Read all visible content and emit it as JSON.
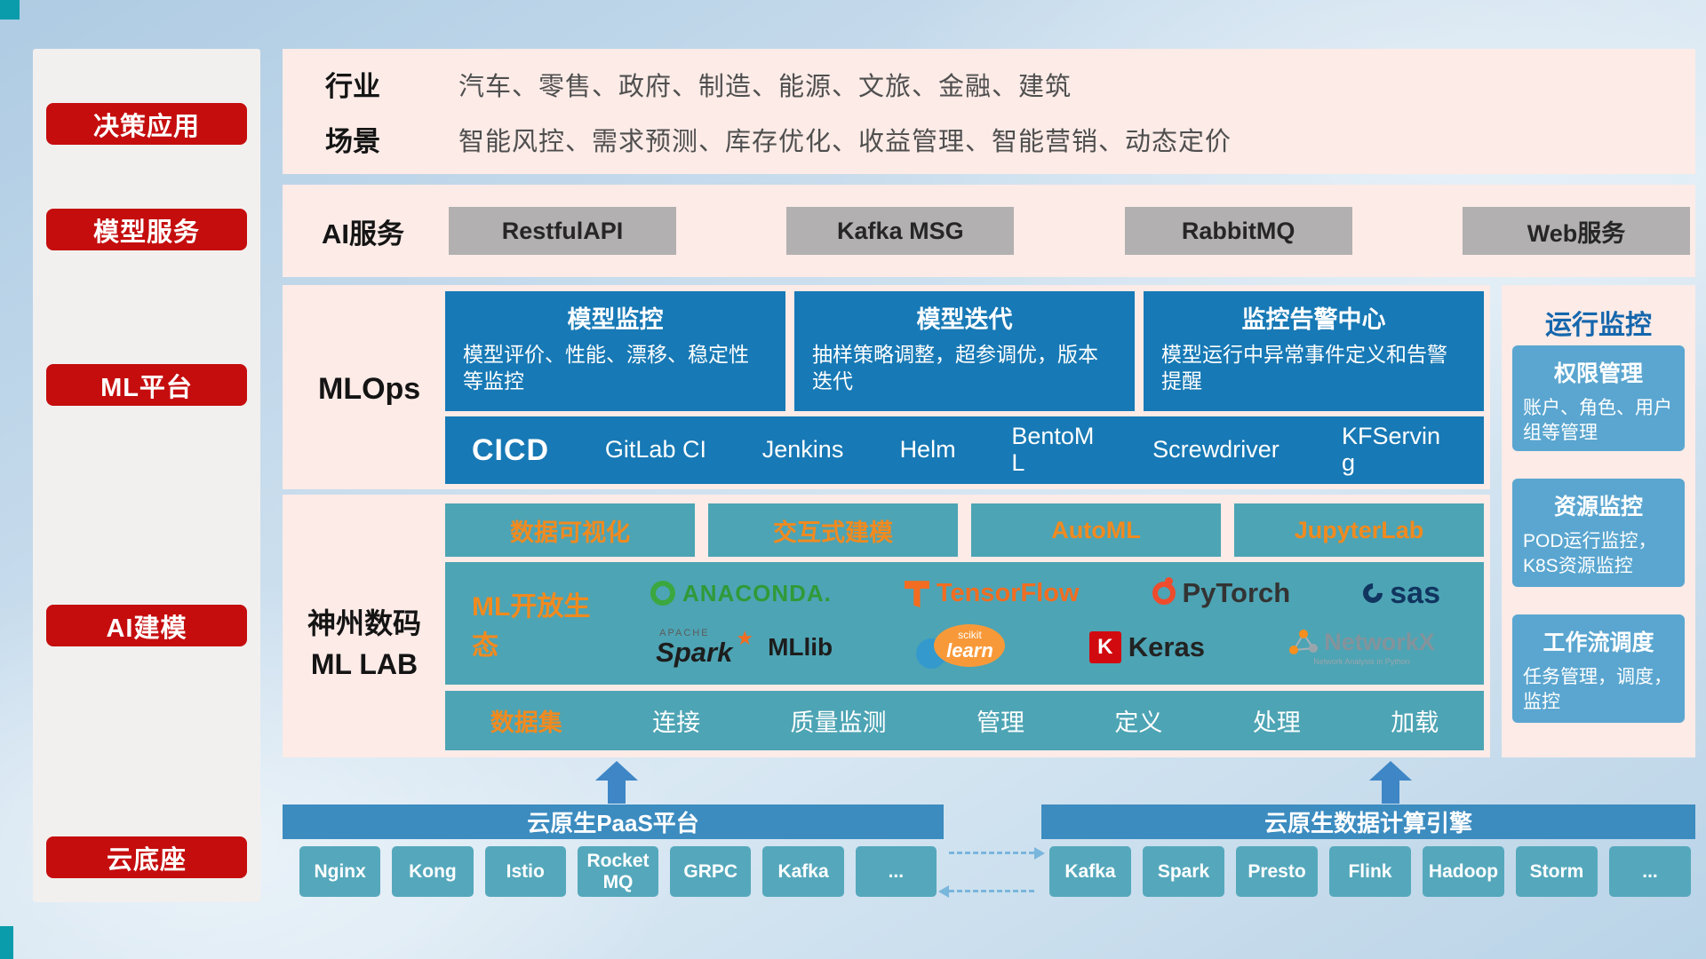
{
  "colors": {
    "sidebar_red": "#c50d0e",
    "panel_pink": "#fcebe7",
    "mlops_blue": "#1779b5",
    "lab_teal": "#4da4b4",
    "accent_orange": "#f18a1f",
    "monitor_card_blue": "#5aa6d0",
    "cloud_header_blue": "#3c8cc0",
    "cloud_chip_teal": "#55a8bc",
    "gray_button": "#b2b0b0"
  },
  "sidebar": {
    "items": [
      {
        "label": "决策应用"
      },
      {
        "label": "模型服务"
      },
      {
        "label": "ML平台"
      },
      {
        "label": "AI建模"
      },
      {
        "label": "云底座"
      }
    ]
  },
  "decision": {
    "industry_label": "行业",
    "industry_text": "汽车、零售、政府、制造、能源、文旅、金融、建筑",
    "scene_label": "场景",
    "scene_text": "智能风控、需求预测、库存优化、收益管理、智能营销、动态定价"
  },
  "service": {
    "label": "AI服务",
    "buttons": [
      "RestfulAPI",
      "Kafka MSG",
      "RabbitMQ",
      "Web服务"
    ]
  },
  "mlops": {
    "label": "MLOps",
    "cards": [
      {
        "title": "模型监控",
        "body": "模型评价、性能、漂移、稳定性等监控"
      },
      {
        "title": "模型迭代",
        "body": "抽样策略调整，超参调优，版本迭代"
      },
      {
        "title": "监控告警中心",
        "body": "模型运行中异常事件定义和告警提醒"
      }
    ],
    "cicd_label": "CICD",
    "tools": [
      "GitLab CI",
      "Jenkins",
      "Helm",
      "BentoML",
      "Screwdriver",
      "KFServing"
    ]
  },
  "monitor": {
    "title": "运行监控",
    "cards": [
      {
        "title": "权限管理",
        "body": "账户、角色、用户组等管理"
      },
      {
        "title": "资源监控",
        "body": "POD运行监控，K8S资源监控"
      },
      {
        "title": "工作流调度",
        "body": "任务管理，调度，监控"
      }
    ]
  },
  "mllab": {
    "label_line1": "神州数码",
    "label_line2": "ML LAB",
    "features": [
      "数据可视化",
      "交互式建模",
      "AutoML",
      "JupyterLab"
    ],
    "eco_label": "ML开放生态",
    "logos": {
      "anaconda": "ANACONDA.",
      "tensorflow": "TensorFlow",
      "pytorch": "PyTorch",
      "sas": "sas",
      "apache": "APACHE",
      "spark": "Spark",
      "spark_star": "★",
      "mllib": "MLlib",
      "scikit_small": "scikit",
      "scikit_learn": "learn",
      "keras_k": "K",
      "keras": "Keras",
      "networkx": "NetworkX",
      "networkx_sub": "Network Analysis in Python"
    },
    "data_items": [
      "数据集",
      "连接",
      "质量监测",
      "管理",
      "定义",
      "处理",
      "加载"
    ]
  },
  "cloud": {
    "paas_title": "云原生PaaS平台",
    "paas_items": [
      "Nginx",
      "Kong",
      "Istio",
      "RocketMQ",
      "GRPC",
      "Kafka",
      "..."
    ],
    "engine_title": "云原生数据计算引擎",
    "engine_items": [
      "Kafka",
      "Spark",
      "Presto",
      "Flink",
      "Hadoop",
      "Storm",
      "..."
    ]
  }
}
